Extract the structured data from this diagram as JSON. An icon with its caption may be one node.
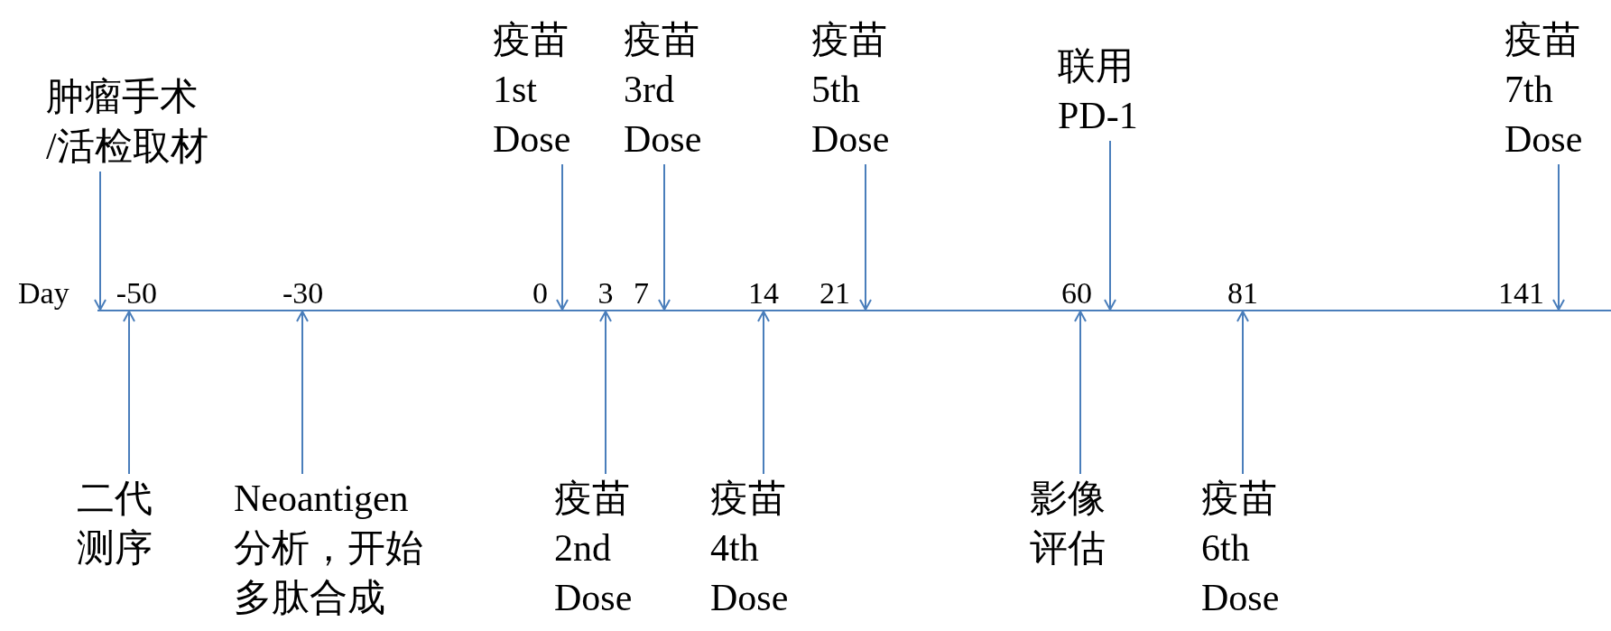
{
  "diagram": {
    "nodes": [
      {
        "text": [
          "肿瘤手术",
          "/活检取材"
        ]
      },
      {
        "text": [
          "疫苗 1st Dose"
        ]
      },
      {
        "text": [
          "疫苗 3rd Dose"
        ]
      },
      {
        "text": [
          "疫苗 5th Dose"
        ]
      },
      {
        "text": [
          "联用 PD-1"
        ]
      },
      {
        "text": [
          "疫苗 7th Dose"
        ]
      },
      {
        "text": [
          "二代测序"
        ]
      },
      {
        "text": [
          "Neoantigen 分析，开始多肽合成"
        ]
      },
      {
        "text": [
          "疫苗 2nd Dose"
        ]
      },
      {
        "text": [
          "疫苗 4th Dose"
        ]
      },
      {
        "text": [
          "影像评估"
        ]
      },
      {
        "text": [
          "疫苗 6th Dose"
        ]
      },
      {
        "text": [
          "-50"
        ]
      },
      {
        "text": [
          "-30"
        ]
      },
      {
        "text": [
          "0"
        ]
      },
      {
        "text": [
          "3"
        ]
      },
      {
        "text": [
          "7"
        ]
      },
      {
        "text": [
          "14"
        ]
      },
      {
        "text": [
          "21"
        ]
      },
      {
        "text": [
          "60"
        ]
      },
      {
        "text": [
          "81"
        ]
      },
      {
        "text": [
          "141"
        ]
      }
    ],
    "edges": [
      {
        "from": 0,
        "to": 12,
        "arrow": "to"
      },
      {
        "from": 1,
        "to": 14,
        "arrow": "to"
      },
      {
        "from": 2,
        "to": 16,
        "arrow": "to"
      },
      {
        "from": 3,
        "to": 18,
        "arrow": "to"
      },
      {
        "from": 4,
        "to": 19,
        "arrow": "to"
      },
      {
        "from": 5,
        "to": 21,
        "arrow": "to"
      },
      {
        "from": 6,
        "to": 12,
        "arrow": "to"
      },
      {
        "from": 7,
        "to": 13,
        "arrow": "to"
      },
      {
        "from": 8,
        "to": 15,
        "arrow": "to"
      },
      {
        "from": 9,
        "to": 17,
        "arrow": "to"
      },
      {
        "from": 10,
        "to": 19,
        "arrow": "to"
      },
      {
        "from": 11,
        "to": 20,
        "arrow": "to"
      }
    ],
    "labels": [
      "Day"
    ]
  }
}
